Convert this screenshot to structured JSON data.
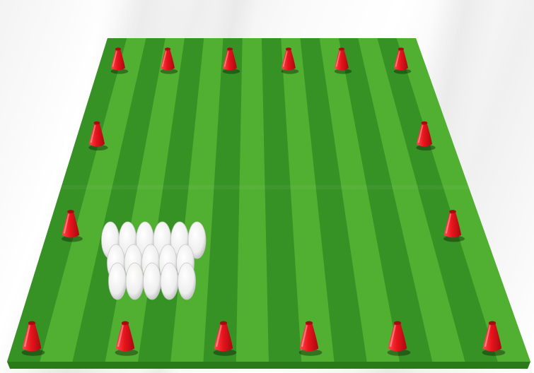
{
  "scene": {
    "description_name": "soccer-drill-field",
    "colors": {
      "grass_dark": "#2f8f1f",
      "grass_light": "#4fb32e",
      "cone": "#e8141c",
      "cone_dark": "#a80a10",
      "ball": "#f4f4f4",
      "ball_shadow": "#c9c9c9"
    },
    "stripe_count": 16,
    "cones": {
      "top_row": 6,
      "left_side": 2,
      "right_side": 2,
      "bottom_row": 6
    },
    "ball_rows": [
      6,
      5,
      5
    ]
  }
}
